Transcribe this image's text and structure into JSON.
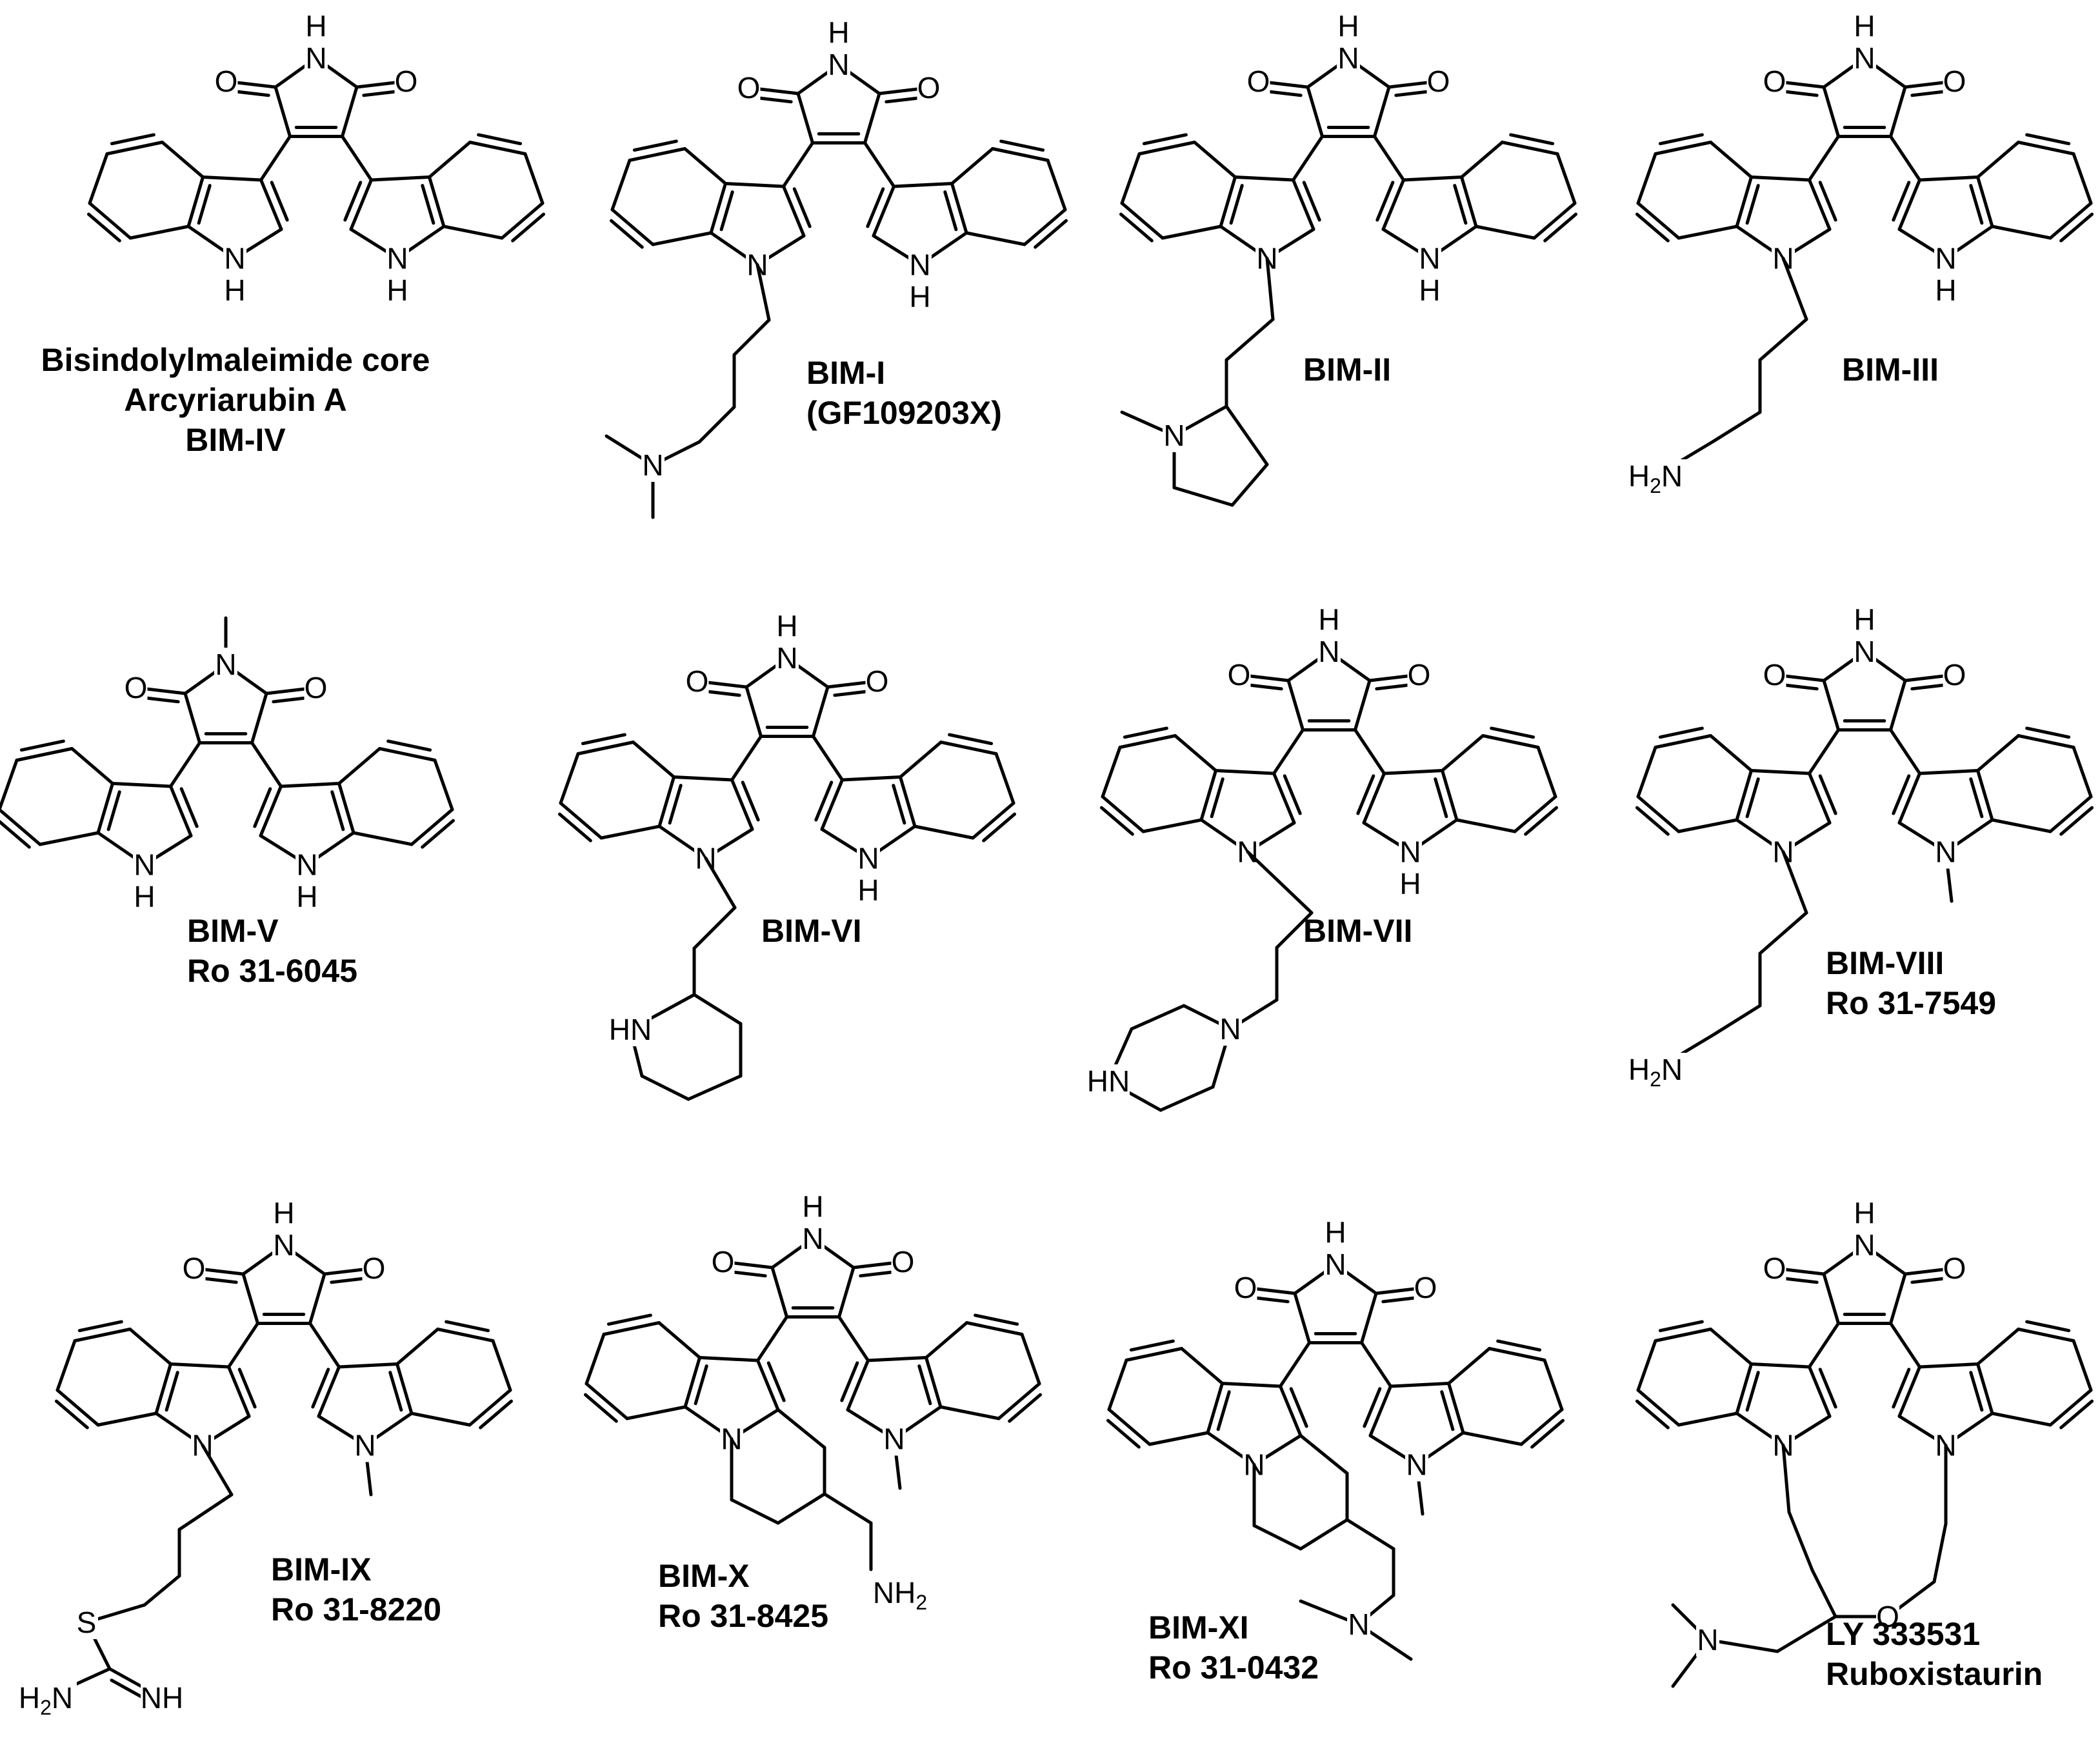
{
  "compounds": [
    {
      "id": "core",
      "caption_lines": [
        "Bisindolylmaleimide core",
        "Arcyriarubin A",
        "BIM-IV"
      ]
    },
    {
      "id": "bim1",
      "caption_lines": [
        "BIM-I",
        "(GF109203X)"
      ]
    },
    {
      "id": "bim2",
      "caption_lines": [
        "BIM-II"
      ]
    },
    {
      "id": "bim3",
      "caption_lines": [
        "BIM-III"
      ]
    },
    {
      "id": "bim5",
      "caption_lines": [
        "BIM-V",
        "Ro 31-6045"
      ]
    },
    {
      "id": "bim6",
      "caption_lines": [
        "BIM-VI"
      ]
    },
    {
      "id": "bim7",
      "caption_lines": [
        "BIM-VII"
      ]
    },
    {
      "id": "bim8",
      "caption_lines": [
        "BIM-VIII",
        "Ro 31-7549"
      ]
    },
    {
      "id": "bim9",
      "caption_lines": [
        "BIM-IX",
        "Ro 31-8220"
      ]
    },
    {
      "id": "bim10",
      "caption_lines": [
        "BIM-X",
        "Ro 31-8425"
      ]
    },
    {
      "id": "bim11",
      "caption_lines": [
        "BIM-XI",
        "Ro 31-0432"
      ]
    },
    {
      "id": "ly",
      "caption_lines": [
        "LY 333531",
        "Ruboxistaurin"
      ]
    }
  ],
  "atom_labels": {
    "H": "H",
    "N": "N",
    "O": "O",
    "S": "S",
    "HN": "HN",
    "NH": "NH",
    "H2N": "H2N",
    "NH2": "NH2"
  }
}
